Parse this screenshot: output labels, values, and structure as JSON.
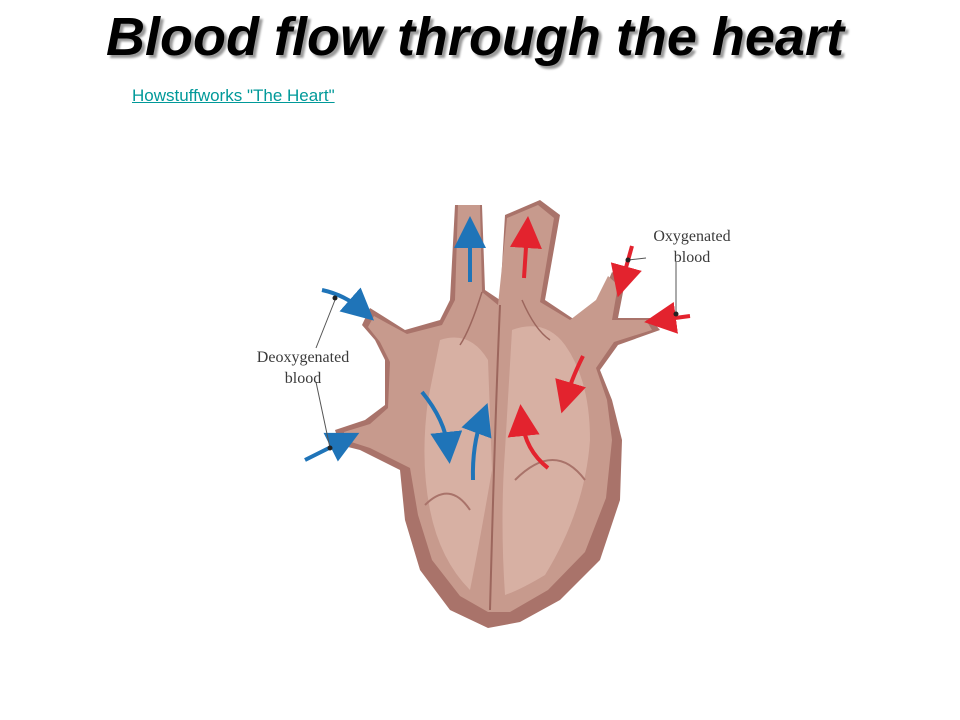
{
  "slide": {
    "title": "Blood flow through the heart",
    "link_text": "Howstuffworks \"The Heart\""
  },
  "diagram": {
    "labels": {
      "oxygenated_line1": "Oxygenated",
      "oxygenated_line2": "blood",
      "deoxygenated_line1": "Deoxygenated",
      "deoxygenated_line2": "blood"
    },
    "colors": {
      "heart_fill": "#c79a8d",
      "heart_dark": "#a9736a",
      "heart_light": "#dcb7ab",
      "deoxygenated_arrow": "#1f74b8",
      "oxygenated_arrow": "#e3232e",
      "link": "#009999"
    }
  }
}
